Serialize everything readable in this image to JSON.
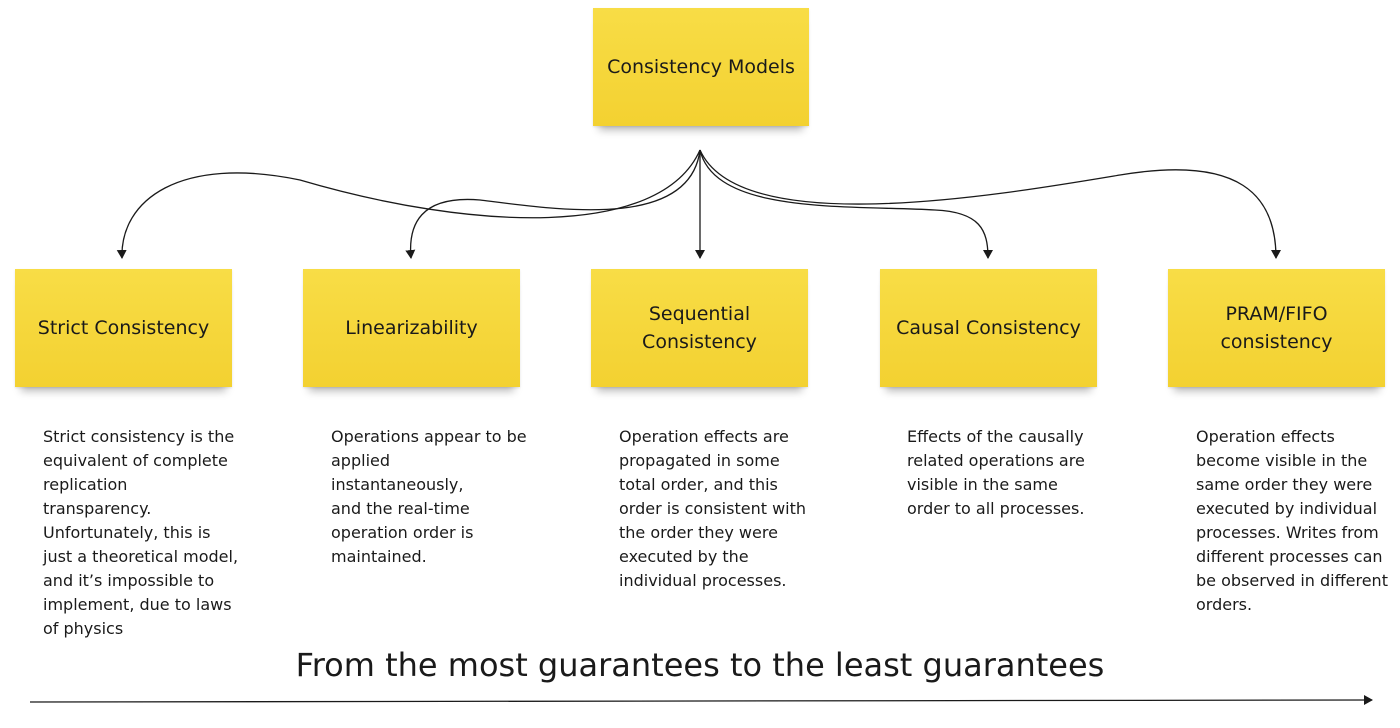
{
  "root": {
    "label": "Consistency Models"
  },
  "models": [
    {
      "label": "Strict Consistency",
      "description": "Strict consistency is the\nequivalent of complete\nreplication\ntransparency.\nUnfortunately, this is\njust a theoretical model,\nand it’s impossible to\nimplement, due to laws\nof physics"
    },
    {
      "label": "Linearizability",
      "description": "Operations appear to be\napplied instantaneously,\nand the real-time\noperation order is\nmaintained."
    },
    {
      "label": "Sequential\nConsistency",
      "description": "Operation effects are\npropagated in some\ntotal order, and this\norder is consistent with\nthe order they were\nexecuted by the\nindividual processes."
    },
    {
      "label": "Causal Consistency",
      "description": "Effects of the causally\nrelated operations are\nvisible in the same\norder to all processes."
    },
    {
      "label": "PRAM/FIFO\nconsistency",
      "description": "Operation effects\nbecome visible in the\nsame order they were\nexecuted by individual\nprocesses. Writes from\ndifferent processes can\nbe observed in different\norders."
    }
  ],
  "footer": {
    "label": "From the most guarantees to the least guarantees"
  },
  "colors": {
    "note": "#f5d533",
    "line": "#1a1a1a"
  }
}
